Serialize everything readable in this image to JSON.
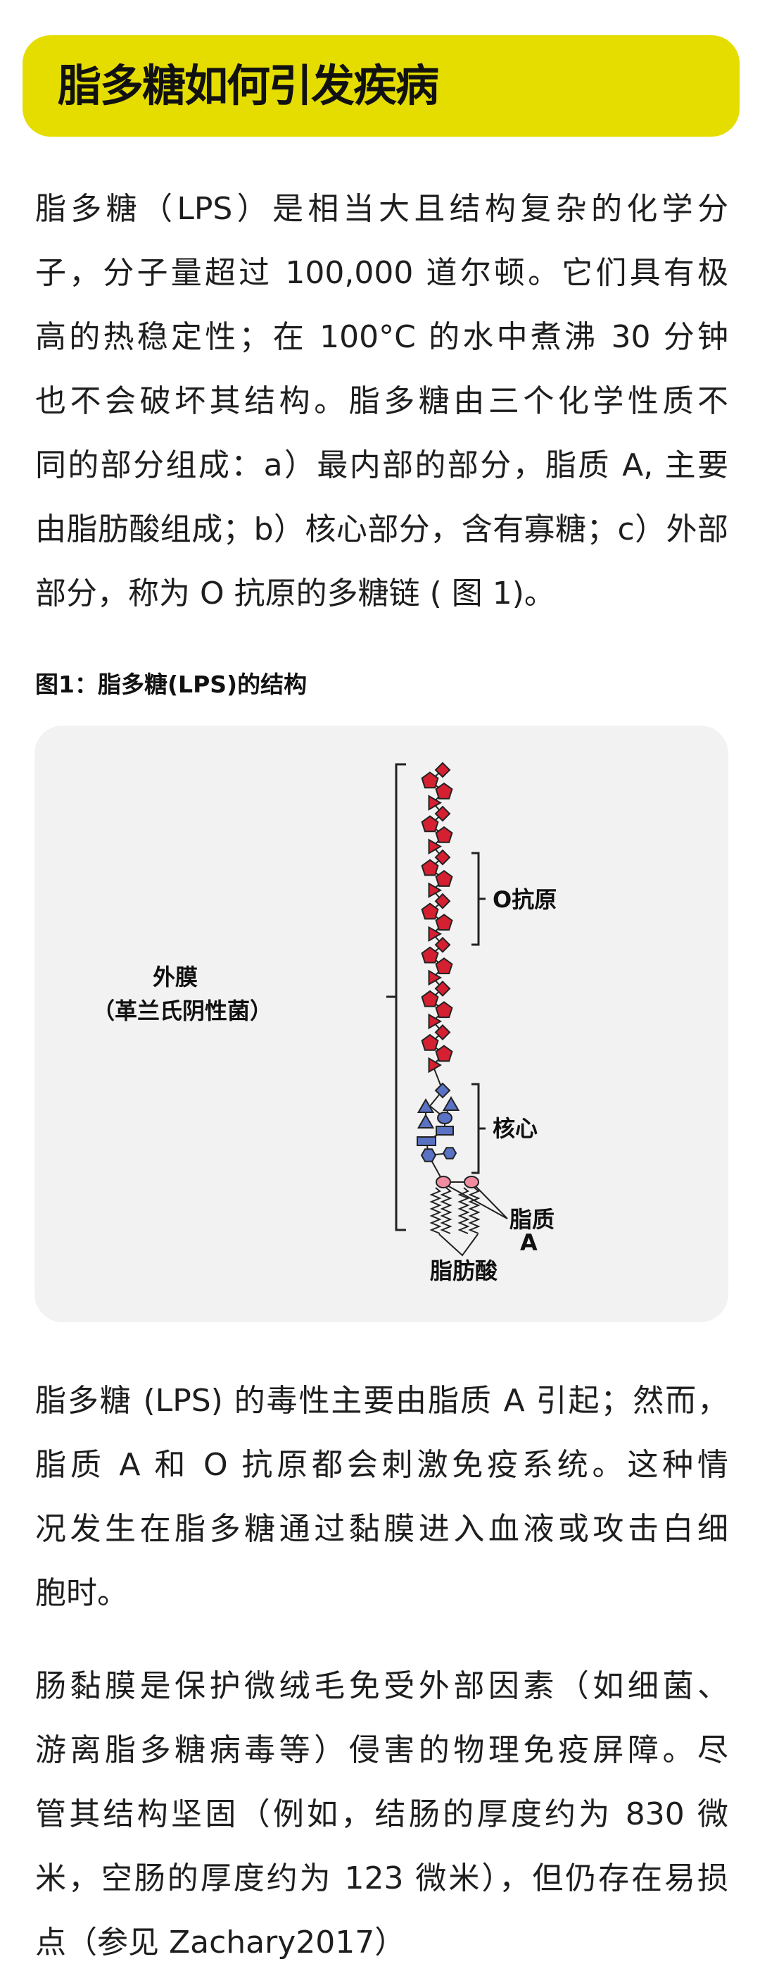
{
  "header": {
    "title": "脂多糖如何引发疾病"
  },
  "paragraph1": {
    "lines": [
      "脂多糖（LPS）是相当大且结构复杂的化学分",
      "子，分子量超过 100,000 道尔顿。它们具有极",
      "高的热稳定性；在 100°C 的水中煮沸 30 分钟",
      "也不会破坏其结构。脂多糖由三个化学性质不",
      "同的部分组成：a）最内部的部分，脂质 A, 主要",
      "由脂肪酸组成；b）核心部分，含有寡糖；c）外部",
      "部分，称为 O 抗原的多糖链 ( 图 1)。"
    ]
  },
  "figure": {
    "caption": "图1：脂多糖(LPS)的结构",
    "labels": {
      "outer_membrane": "外膜",
      "gram_negative": "（革兰氏阴性菌）",
      "o_antigen": "O抗原",
      "core": "核心",
      "lipid_a_line1": "脂质",
      "lipid_a_line2": "A",
      "fatty_acid": "脂肪酸"
    },
    "colors": {
      "o_antigen": "#d42030",
      "core": "#5a72c4",
      "lipid_a": "#f08ca0"
    }
  },
  "paragraph2": {
    "lines": [
      "脂多糖 (LPS) 的毒性主要由脂质 A 引起；然而，",
      "脂质 A 和 O 抗原都会刺激免疫系统。这种情",
      "况发生在脂多糖通过黏膜进入血液或攻击白细",
      "胞时。"
    ]
  },
  "paragraph3": {
    "lines": [
      "肠黏膜是保护微绒毛免受外部因素（如细菌、",
      "游离脂多糖病毒等）侵害的物理免疫屏障。尽",
      "管其结构坚固（例如，结肠的厚度约为 830 微",
      "米，空肠的厚度约为 123 微米），但仍存在易损",
      "点（参见 Zachary2017）"
    ]
  }
}
